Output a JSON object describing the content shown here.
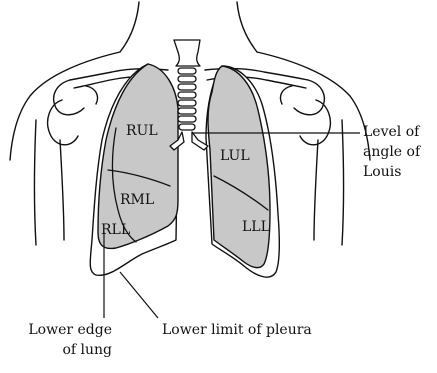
{
  "colors": {
    "lung_fill": "#c8c8c8",
    "pleura_fill": "#ffffff",
    "outline": "#111111",
    "background": "#ffffff"
  },
  "lobes": {
    "rul": "RUL",
    "rml": "RML",
    "rll": "RLL",
    "lul": "LUL",
    "lll": "LLL"
  },
  "callouts": {
    "angle_of_louis": [
      "Level of",
      "angle of",
      "Louis"
    ],
    "lower_edge_of_lung": [
      "Lower edge",
      "of lung"
    ],
    "lower_limit_of_pleura": "Lower limit of pleura"
  }
}
